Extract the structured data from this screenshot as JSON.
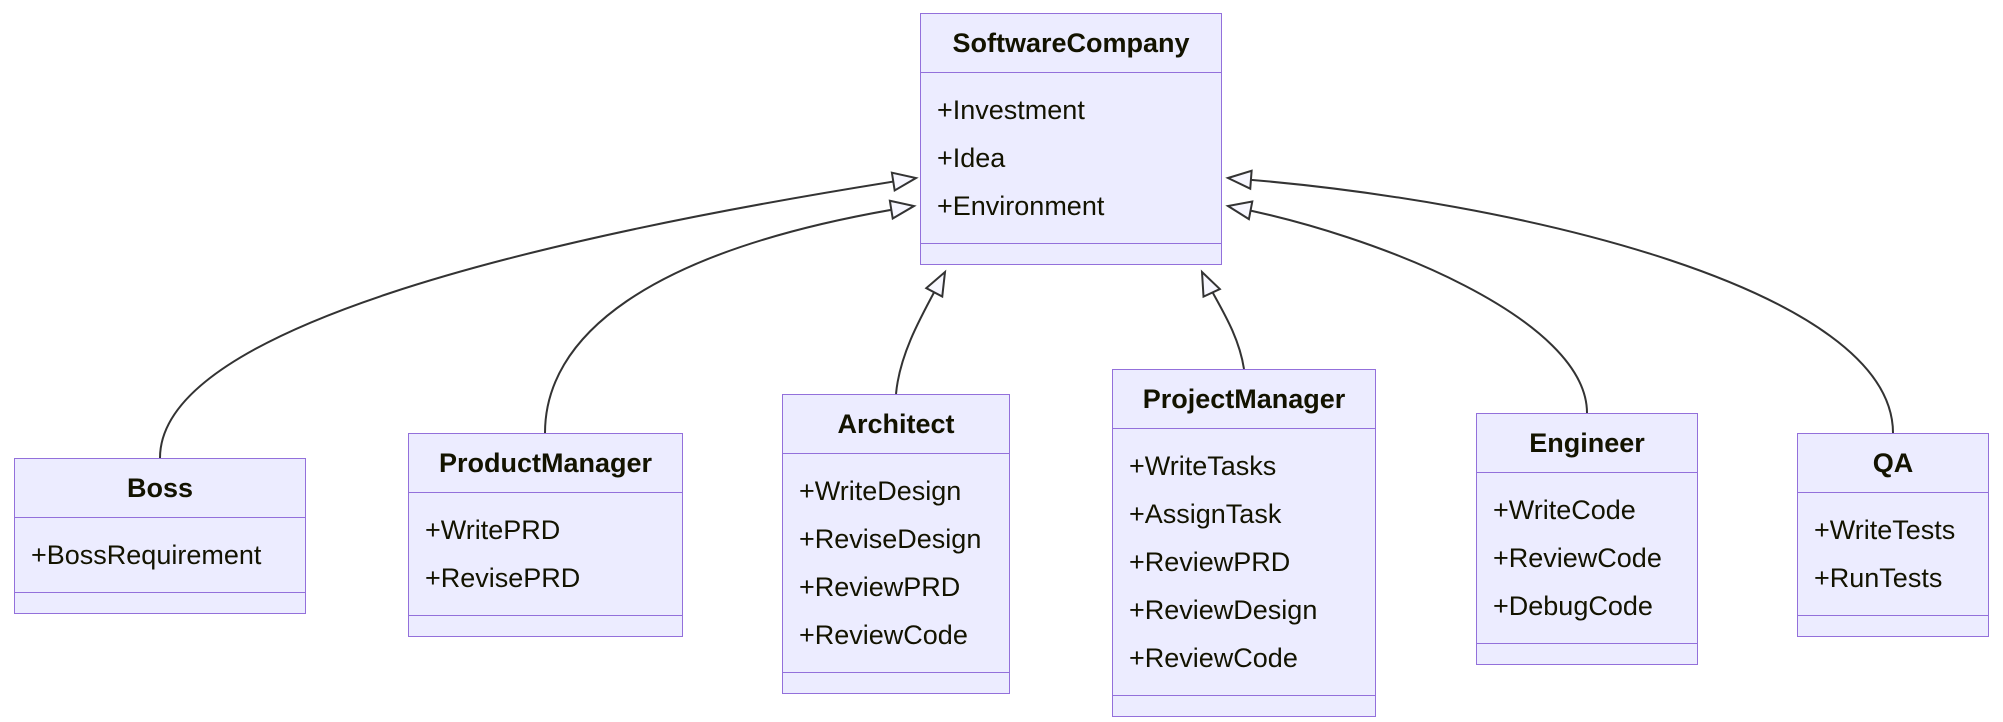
{
  "diagram": {
    "type": "uml-class-diagram",
    "classes": [
      {
        "id": "SoftwareCompany",
        "name": "SoftwareCompany",
        "attributes": [
          "+Investment",
          "+Idea",
          "+Environment"
        ],
        "methods": []
      },
      {
        "id": "Boss",
        "name": "Boss",
        "attributes": [
          "+BossRequirement"
        ],
        "methods": []
      },
      {
        "id": "ProductManager",
        "name": "ProductManager",
        "attributes": [
          "+WritePRD",
          "+RevisePRD"
        ],
        "methods": []
      },
      {
        "id": "Architect",
        "name": "Architect",
        "attributes": [
          "+WriteDesign",
          "+ReviseDesign",
          "+ReviewPRD",
          "+ReviewCode"
        ],
        "methods": []
      },
      {
        "id": "ProjectManager",
        "name": "ProjectManager",
        "attributes": [
          "+WriteTasks",
          "+AssignTask",
          "+ReviewPRD",
          "+ReviewDesign",
          "+ReviewCode"
        ],
        "methods": []
      },
      {
        "id": "Engineer",
        "name": "Engineer",
        "attributes": [
          "+WriteCode",
          "+ReviewCode",
          "+DebugCode"
        ],
        "methods": []
      },
      {
        "id": "QA",
        "name": "QA",
        "attributes": [
          "+WriteTests",
          "+RunTests"
        ],
        "methods": []
      }
    ],
    "relationships": [
      {
        "from": "Boss",
        "to": "SoftwareCompany",
        "type": "inheritance"
      },
      {
        "from": "ProductManager",
        "to": "SoftwareCompany",
        "type": "inheritance"
      },
      {
        "from": "Architect",
        "to": "SoftwareCompany",
        "type": "inheritance"
      },
      {
        "from": "ProjectManager",
        "to": "SoftwareCompany",
        "type": "inheritance"
      },
      {
        "from": "Engineer",
        "to": "SoftwareCompany",
        "type": "inheritance"
      },
      {
        "from": "QA",
        "to": "SoftwareCompany",
        "type": "inheritance"
      }
    ],
    "colors": {
      "node_fill": "#ECECFF",
      "node_border": "#9370DB",
      "edge": "#333333",
      "arrowhead_fill": "#F7F7FF",
      "text": "#131300",
      "background": "#FFFFFF"
    }
  }
}
